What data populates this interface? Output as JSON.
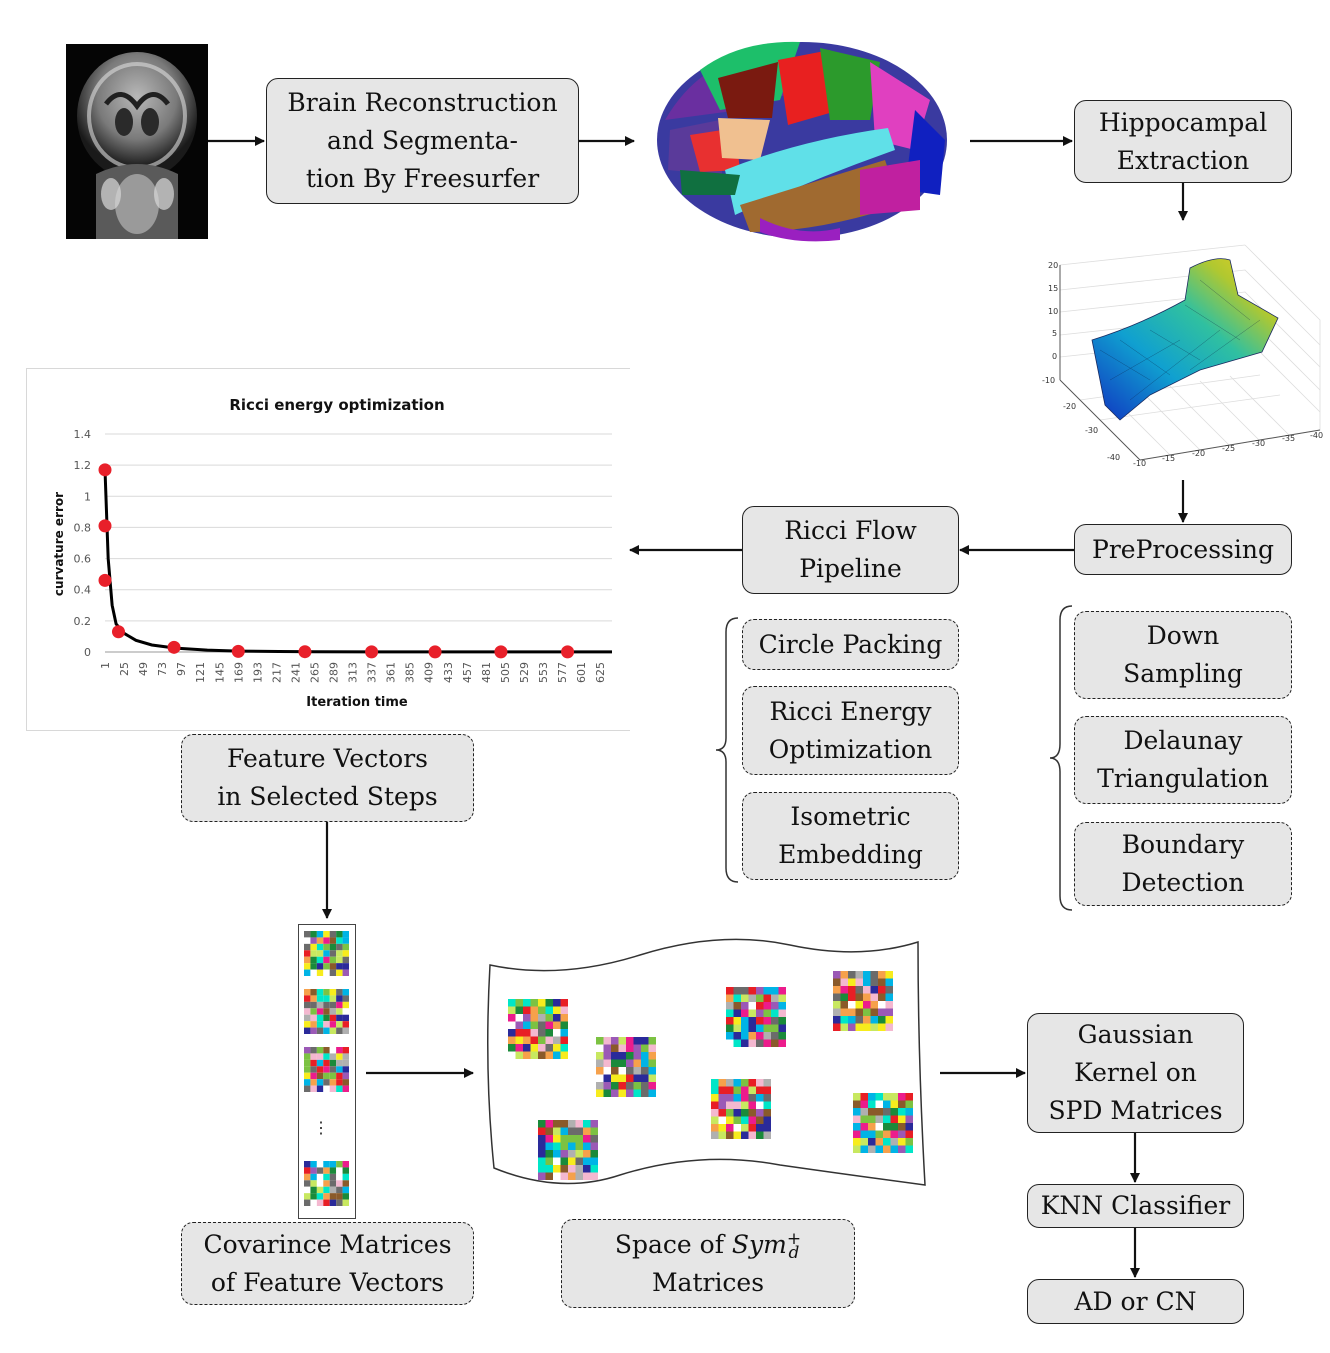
{
  "boxes": {
    "brain_recon": [
      "Brain Reconstruction",
      "and Segmenta-",
      "tion By Freesurfer"
    ],
    "hippocampal": [
      "Hippocampal",
      "Extraction"
    ],
    "preprocessing": [
      "PreProcessing"
    ],
    "ricci_flow": [
      "Ricci Flow",
      "Pipeline"
    ],
    "circle_packing": [
      "Circle Packing"
    ],
    "ricci_energy": [
      "Ricci Energy",
      "Optimization"
    ],
    "isometric": [
      "Isometric",
      "Embedding"
    ],
    "down_sampling": [
      "Down",
      "Sampling"
    ],
    "delaunay": [
      "Delaunay",
      "Triangulation"
    ],
    "boundary": [
      "Boundary",
      "Detection"
    ],
    "feature_vectors": [
      "Feature Vectors",
      "in Selected Steps"
    ],
    "covariance": [
      "Covarince Matrices",
      "of Feature Vectors"
    ],
    "space_sym": {
      "prefix": "Space of ",
      "sym": "Sym",
      "sup": "+",
      "sub": "d",
      "line2": "Matrices"
    },
    "gaussian": [
      "Gaussian",
      "Kernel on",
      "SPD Matrices"
    ],
    "knn": [
      "KNN Classifier"
    ],
    "ad_cn": [
      "AD or CN"
    ]
  },
  "vertical_dots": "⋮",
  "chart_data": {
    "type": "line",
    "title": "Ricci energy optimization",
    "xlabel": "Iteration time",
    "ylabel": "curvature error",
    "ylim": [
      0,
      1.4
    ],
    "y_ticks": [
      "0",
      "0.2",
      "0.4",
      "0.6",
      "0.8",
      "1",
      "1.2",
      "1.4"
    ],
    "x_ticks": [
      "1",
      "25",
      "49",
      "73",
      "97",
      "121",
      "145",
      "169",
      "193",
      "217",
      "241",
      "265",
      "289",
      "313",
      "337",
      "361",
      "385",
      "409",
      "433",
      "457",
      "481",
      "505",
      "529",
      "553",
      "577",
      "601",
      "625"
    ],
    "grid": true,
    "curve": {
      "x": [
        1,
        5,
        10,
        15,
        25,
        40,
        60,
        90,
        130,
        169,
        220,
        265,
        337,
        409,
        505,
        577,
        640
      ],
      "y": [
        1.17,
        0.6,
        0.3,
        0.18,
        0.12,
        0.075,
        0.045,
        0.025,
        0.012,
        0.006,
        0.003,
        0.002,
        0.001,
        0.001,
        0.001,
        0.001,
        0.001
      ]
    },
    "markers": {
      "x": [
        1,
        1,
        1,
        18,
        88,
        169,
        253,
        337,
        417,
        500,
        584
      ],
      "y": [
        1.17,
        0.81,
        0.46,
        0.13,
        0.03,
        0.004,
        0.002,
        0.001,
        0.001,
        0.001,
        0.001
      ]
    },
    "line_color": "#000000",
    "marker_color": "#e8202a"
  },
  "colors": {
    "box_fill": "#e6e6e6",
    "border": "#222222"
  }
}
